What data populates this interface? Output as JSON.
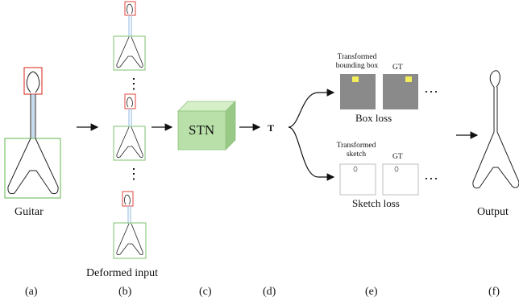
{
  "labels": {
    "guitar": "Guitar",
    "deformed_input": "Deformed input",
    "stn": "STN",
    "t": "T",
    "transformed_bbox": "Transformed bounding box",
    "gt_top": "GT",
    "box_loss": "Box loss",
    "transformed_sketch": "Transformed sketch",
    "gt_bottom": "GT",
    "sketch_loss": "Sketch loss",
    "output": "Output",
    "dots_v1": "⋮",
    "dots_v2": "⋮",
    "dots_h1": "…",
    "dots_h2": "…"
  },
  "panels": [
    "(a)",
    "(b)",
    "(c)",
    "(d)",
    "(e)",
    "(f)"
  ],
  "colors": {
    "box_green": "#7cc16c",
    "head_red": "#e0463c",
    "neck_blue": "#8fb8e0",
    "stn_face": "#b9e0a8",
    "stn_top": "#d6efc9",
    "stn_side": "#98c986",
    "gray_tile": "#8a8a8a",
    "yellow": "#f3ee5a"
  }
}
